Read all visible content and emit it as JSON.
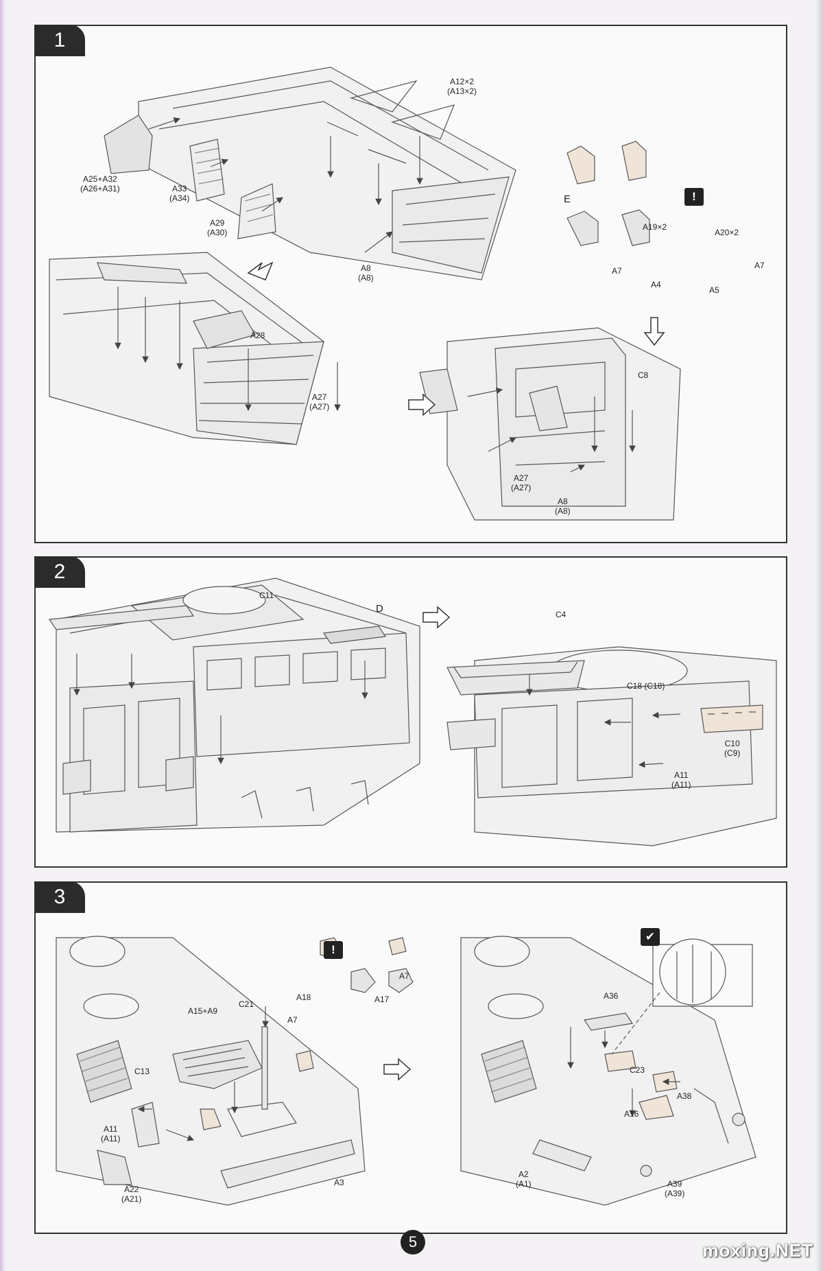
{
  "page": {
    "number": "5",
    "watermark": "moxing.NET"
  },
  "warn_symbol": "!",
  "steps": [
    {
      "number": "1",
      "labels": {
        "a25": "A25+A32",
        "a25alt": "(A26+A31)",
        "a33": "A33",
        "a33alt": "(A34)",
        "a29": "A29",
        "a29alt": "(A30)",
        "a12": "A12×2",
        "a12alt": "(A13×2)",
        "e": "E",
        "a8": "A8",
        "a8alt": "(A8)",
        "a19": "A19×2",
        "a20": "A20×2",
        "a7l": "A7",
        "a4": "A4",
        "a5": "A5",
        "a7r": "A7",
        "a28": "A28",
        "a27": "A27",
        "a27alt": "(A27)",
        "c8": "C8",
        "a27b": "A27",
        "a27balt": "(A27)",
        "a8b": "A8",
        "a8balt": "(A8)"
      }
    },
    {
      "number": "2",
      "labels": {
        "c11": "C11",
        "d": "D",
        "c4": "C4",
        "c18": "C18 (C18)",
        "c10": "C10",
        "c10alt": "(C9)",
        "a11": "A11",
        "a11alt": "(A11)"
      }
    },
    {
      "number": "3",
      "labels": {
        "a15": "A15+A9",
        "c21": "C21",
        "a18": "A18",
        "a7a": "A7",
        "a17": "A17",
        "a7b": "A7",
        "c13": "C13",
        "a11": "A11",
        "a11alt": "(A11)",
        "a22": "A22",
        "a22alt": "(A21)",
        "a3": "A3",
        "a36": "A36",
        "c23": "C23",
        "a38": "A38",
        "a16": "A16",
        "a2": "A2",
        "a2alt": "(A1)",
        "a39": "A39",
        "a39alt": "(A39)"
      }
    }
  ]
}
